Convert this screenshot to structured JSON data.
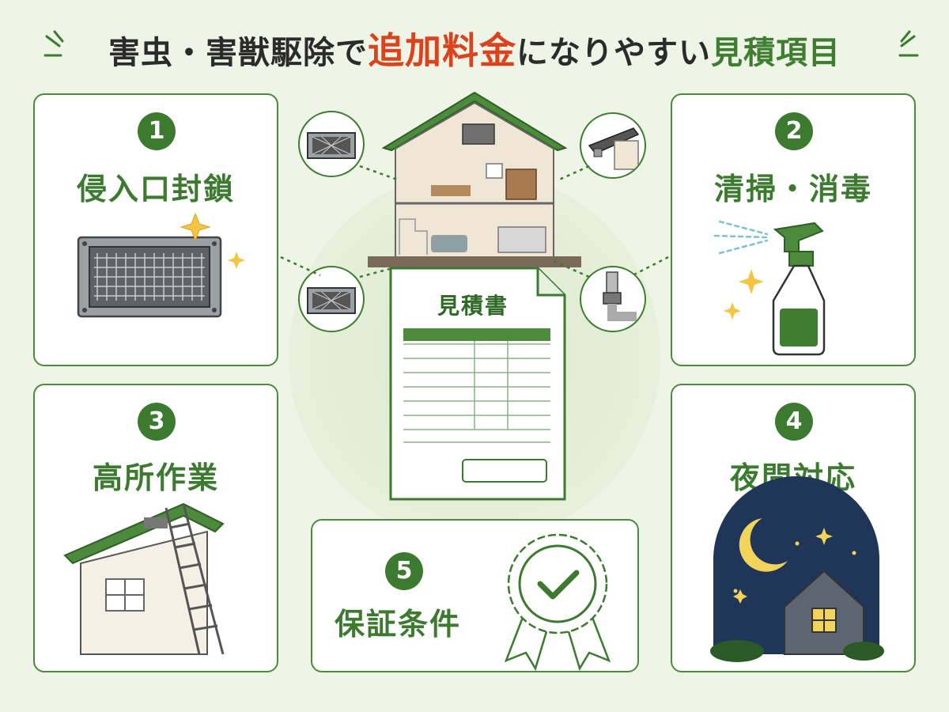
{
  "title": {
    "part1": "害虫・害獣駆除で",
    "part2": "追加料金",
    "part3": "になりやすい",
    "part4": "見積項目"
  },
  "center": {
    "document_title": "見積書"
  },
  "items": [
    {
      "number": "1",
      "label": "侵入口封鎖",
      "icon": "vent-grille-icon"
    },
    {
      "number": "2",
      "label": "清掃・消毒",
      "icon": "spray-bottle-icon"
    },
    {
      "number": "3",
      "label": "高所作業",
      "icon": "ladder-house-icon"
    },
    {
      "number": "4",
      "label": "夜間対応",
      "icon": "night-house-icon"
    },
    {
      "number": "5",
      "label": "保証条件",
      "icon": "certificate-badge-icon"
    }
  ],
  "colors": {
    "accent_green": "#3b7a2f",
    "highlight_red": "#d9431e",
    "background": "#eef4e6"
  }
}
